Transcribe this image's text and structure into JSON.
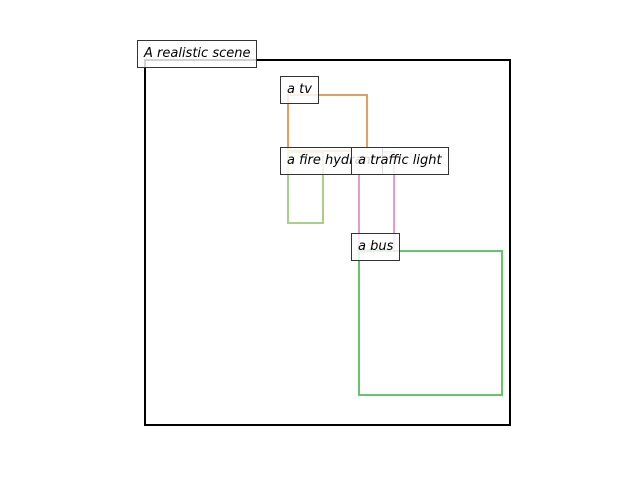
{
  "scene": {
    "title": "A realistic scene",
    "frame_color": "#000000",
    "objects": [
      {
        "label": "a tv",
        "color": "#e0a060"
      },
      {
        "label": "a fire hydrant",
        "color": "#a8d08a"
      },
      {
        "label": "a traffic light",
        "color": "#e89ac8"
      },
      {
        "label": "a bus",
        "color": "#66c46e"
      }
    ]
  }
}
